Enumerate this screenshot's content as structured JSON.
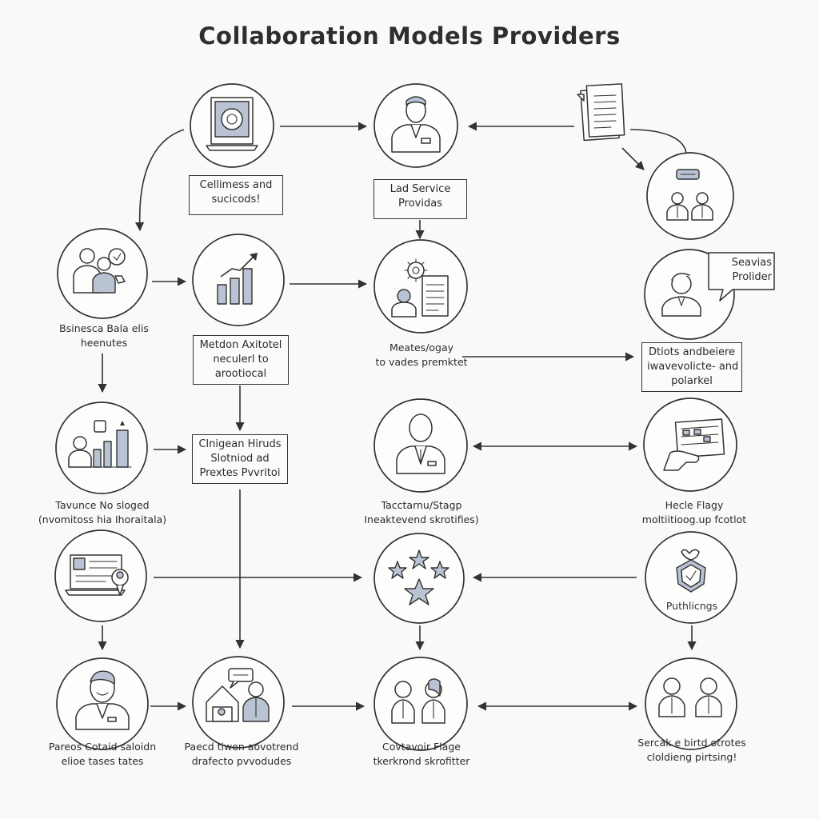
{
  "title": "Collaboration Models Providers",
  "boxes": {
    "b1": [
      "Cellimess and",
      "sucicods!"
    ],
    "b2": [
      "Lad Service",
      "Providas"
    ],
    "b3": [
      "Metdon Axitotel",
      "neculerl to",
      "arootiocal"
    ],
    "b4": [
      "Dtiots andbeiere",
      "iwavevolicte- and",
      "polarkel"
    ],
    "b5": [
      "Clnigean Hiruds",
      "Slotniod ad",
      "Prextes Pvvritoi"
    ],
    "speech": [
      "Seavias",
      "Prolider"
    ]
  },
  "captions": {
    "c1": [
      "Bsinesca Bala elis",
      "heenutes"
    ],
    "c2": [
      "Meates/ogay",
      "to vades premktet"
    ],
    "c3": [
      "Tavunce No sloged",
      "(nvomitoss hia Ihoraitala)"
    ],
    "c4": [
      "Tacctarnu/Stagp",
      "Ineaktevend skrotifies)"
    ],
    "c5": [
      "Hecle Flagy",
      "moltiitioog.up fcotlot"
    ],
    "c6": [
      "Pareos Cotaid saloidn",
      "elioe tases tates"
    ],
    "c7": [
      "Paecd tiwen aovotrend",
      "drafecto pvvodudes"
    ],
    "c8": [
      "Covtavoir Flage",
      "tkerkrond skrofitter"
    ],
    "c9": [
      "Sercak e birtd otrotes",
      "cloldieng pirtsing!"
    ]
  },
  "node_labels": {
    "purchasing": "Puthlicngs"
  },
  "icons": [
    "monitor-target-icon",
    "business-person-icon",
    "document-stack-icon",
    "two-person-chat-icon",
    "team-badge-icon",
    "growth-chart-icon",
    "gear-person-document-icon",
    "person-speech-icon",
    "people-bar-chart-icon",
    "business-person-icon",
    "hand-device-icon",
    "laptop-person-icon",
    "stars-rating-icon",
    "certificate-badge-icon",
    "smiling-person-icon",
    "house-person-icon",
    "two-people-icon",
    "two-people-icon"
  ],
  "colors": {
    "ink": "#333333",
    "accent_fill": "#b9c3d3",
    "background": "#f9f9f8"
  }
}
